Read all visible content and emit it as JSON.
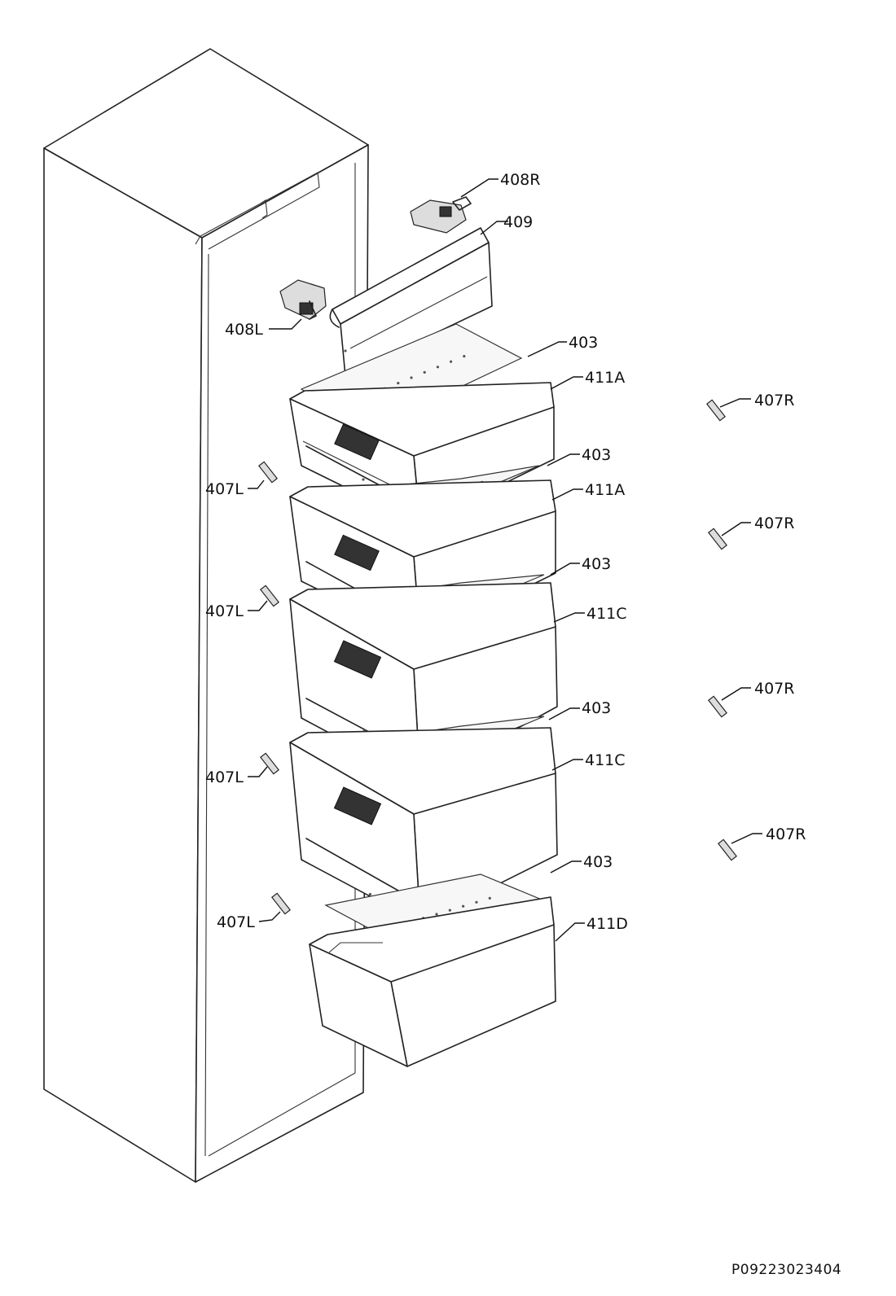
{
  "labels": {
    "l408R": "408R",
    "l409": "409",
    "l408L": "408L",
    "l403a": "403",
    "l411A_1": "411A",
    "l407R_1": "407R",
    "l407L_1": "407L",
    "l403b": "403",
    "l411A_2": "411A",
    "l407R_2": "407R",
    "l403c": "403",
    "l407L_2": "407L",
    "l411C_1": "411C",
    "l407R_3": "407R",
    "l403d": "403",
    "l407L_3": "407L",
    "l411C_2": "411C",
    "l407R_4": "407R",
    "l403e": "403",
    "l407L_4": "407L",
    "l411D": "411D"
  },
  "drawing_code": "P09223023404"
}
